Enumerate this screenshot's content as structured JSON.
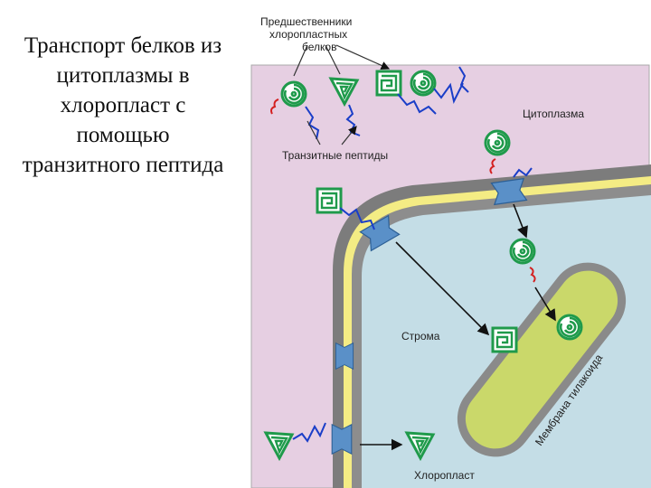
{
  "slide": {
    "title": "Транспорт белков из цитоплазмы в хлоропласт с помощью транзитного пептида"
  },
  "figure": {
    "labels": {
      "precursors_line1": "Предшественники",
      "precursors_line2": "хлоропластных",
      "precursors_line3": "белков",
      "cytoplasm": "Цитоплазма",
      "transit_peptides": "Транзитные пептиды",
      "stroma": "Строма",
      "thylakoid_membrane": "Мембрана тилакоида",
      "chloroplast": "Хлоропласт"
    },
    "colors": {
      "cytoplasm": "#e6cfe2",
      "envelope_outer": "#7c7c7c",
      "envelope_inner": "#f4ec84",
      "stroma": "#c4dde6",
      "thylakoid_fill": "#cad86a",
      "thylakoid_edge": "#8a8a8a",
      "protein": "#1f9a4b",
      "peptide": "#1a3ec8",
      "transporter": "#5a90c8",
      "signal": "#d42020"
    }
  }
}
